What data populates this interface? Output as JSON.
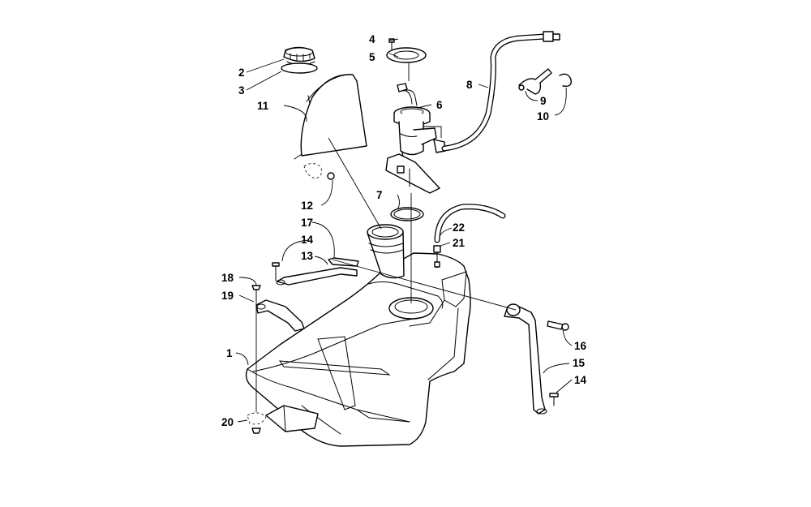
{
  "callouts": [
    {
      "id": "c1",
      "text": "1"
    },
    {
      "id": "c2",
      "text": "2"
    },
    {
      "id": "c3",
      "text": "3"
    },
    {
      "id": "c4",
      "text": "4"
    },
    {
      "id": "c5",
      "text": "5"
    },
    {
      "id": "c6",
      "text": "6"
    },
    {
      "id": "c7",
      "text": "7"
    },
    {
      "id": "c8",
      "text": "8"
    },
    {
      "id": "c9",
      "text": "9"
    },
    {
      "id": "c10",
      "text": "10"
    },
    {
      "id": "c11",
      "text": "11"
    },
    {
      "id": "c12",
      "text": "12"
    },
    {
      "id": "c13",
      "text": "13"
    },
    {
      "id": "c14a",
      "text": "14"
    },
    {
      "id": "c14b",
      "text": "14"
    },
    {
      "id": "c15",
      "text": "15"
    },
    {
      "id": "c16",
      "text": "16"
    },
    {
      "id": "c17",
      "text": "17"
    },
    {
      "id": "c18",
      "text": "18"
    },
    {
      "id": "c19",
      "text": "19"
    },
    {
      "id": "c20",
      "text": "20"
    },
    {
      "id": "c21",
      "text": "21"
    },
    {
      "id": "c22",
      "text": "22"
    }
  ]
}
